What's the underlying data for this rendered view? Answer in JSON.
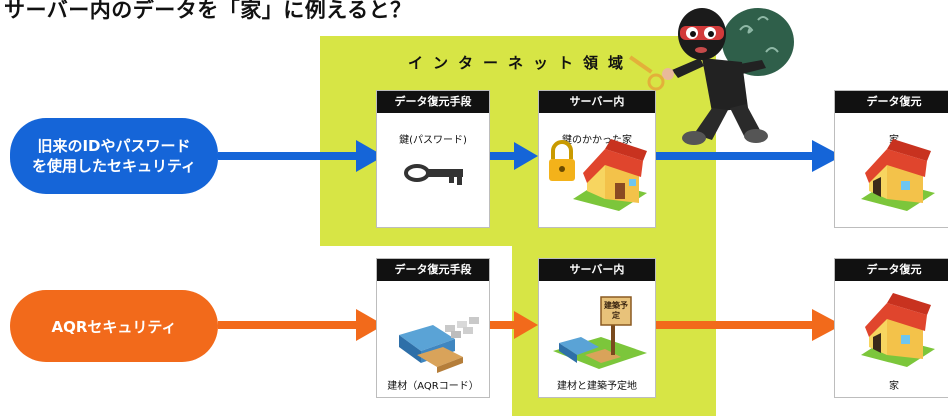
{
  "title": "サーバー内のデータを「家」に例えると？",
  "zone_label": "インターネット領域",
  "row1": {
    "source": [
      "旧来のIDやパスワード",
      "を使用したセキュリティ"
    ],
    "restore_means": {
      "header": "データ復元手段",
      "label": "鍵(パスワード)"
    },
    "server": {
      "header": "サーバー内",
      "label": "鍵のかかった家"
    },
    "restored": {
      "header": "データ復元",
      "label": "家"
    }
  },
  "row2": {
    "source": "AQRセキュリティ",
    "restore_means": {
      "header": "データ復元手段",
      "label": "建材（AQRコード）"
    },
    "server": {
      "header": "サーバー内",
      "label": "建材と建築予定地",
      "sign_text": "建築予定"
    },
    "restored": {
      "header": "データ復元",
      "label": "家"
    }
  },
  "colors": {
    "zone": "#d7e545",
    "blue": "#1565d8",
    "orange": "#f26a1b"
  },
  "icons": [
    "key-icon",
    "padlock-icon",
    "house-icon",
    "thief-icon",
    "building-materials-icon",
    "construction-site-icon"
  ]
}
